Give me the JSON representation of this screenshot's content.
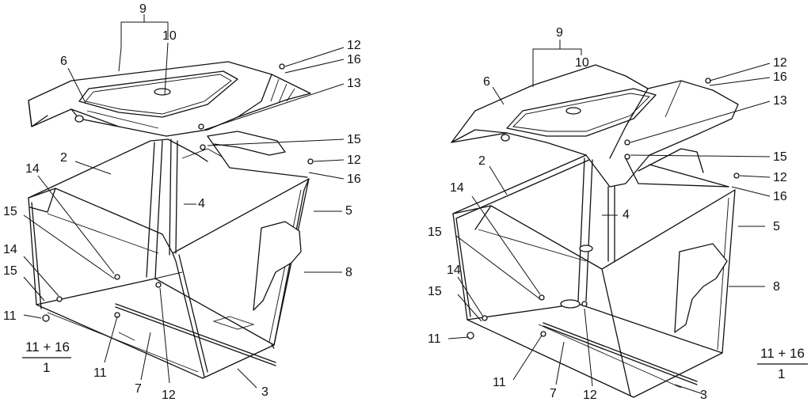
{
  "diagrams": [
    {
      "callouts": [
        {
          "id": "L9",
          "text": "9"
        },
        {
          "id": "L10",
          "text": "10"
        },
        {
          "id": "L6",
          "text": "6"
        },
        {
          "id": "L12a",
          "text": "12"
        },
        {
          "id": "L16a",
          "text": "16"
        },
        {
          "id": "L13",
          "text": "13"
        },
        {
          "id": "L15a",
          "text": "15"
        },
        {
          "id": "L12b",
          "text": "12"
        },
        {
          "id": "L16b",
          "text": "16"
        },
        {
          "id": "L2",
          "text": "2"
        },
        {
          "id": "L14a",
          "text": "14"
        },
        {
          "id": "L4",
          "text": "4"
        },
        {
          "id": "L15b",
          "text": "15"
        },
        {
          "id": "L5",
          "text": "5"
        },
        {
          "id": "L14b",
          "text": "14"
        },
        {
          "id": "L8",
          "text": "8"
        },
        {
          "id": "L15c",
          "text": "15"
        },
        {
          "id": "L11a",
          "text": "11"
        },
        {
          "id": "L11b",
          "text": "11"
        },
        {
          "id": "L7",
          "text": "7"
        },
        {
          "id": "L12c",
          "text": "12"
        },
        {
          "id": "L3",
          "text": "3"
        }
      ],
      "fraction": {
        "numerator": "11 + 16",
        "denominator": "1"
      }
    },
    {
      "callouts": [
        {
          "id": "R9",
          "text": "9"
        },
        {
          "id": "R10",
          "text": "10"
        },
        {
          "id": "R6",
          "text": "6"
        },
        {
          "id": "R12a",
          "text": "12"
        },
        {
          "id": "R16a",
          "text": "16"
        },
        {
          "id": "R13",
          "text": "13"
        },
        {
          "id": "R15a",
          "text": "15"
        },
        {
          "id": "R12b",
          "text": "12"
        },
        {
          "id": "R16b",
          "text": "16"
        },
        {
          "id": "R2",
          "text": "2"
        },
        {
          "id": "R14a",
          "text": "14"
        },
        {
          "id": "R4",
          "text": "4"
        },
        {
          "id": "R5",
          "text": "5"
        },
        {
          "id": "R15b",
          "text": "15"
        },
        {
          "id": "R8",
          "text": "8"
        },
        {
          "id": "R14b",
          "text": "14"
        },
        {
          "id": "R15c",
          "text": "15"
        },
        {
          "id": "R11a",
          "text": "11"
        },
        {
          "id": "R11b",
          "text": "11"
        },
        {
          "id": "R7",
          "text": "7"
        },
        {
          "id": "R12c",
          "text": "12"
        },
        {
          "id": "R3",
          "text": "3"
        }
      ],
      "fraction": {
        "numerator": "11 + 16",
        "denominator": "1"
      }
    }
  ]
}
